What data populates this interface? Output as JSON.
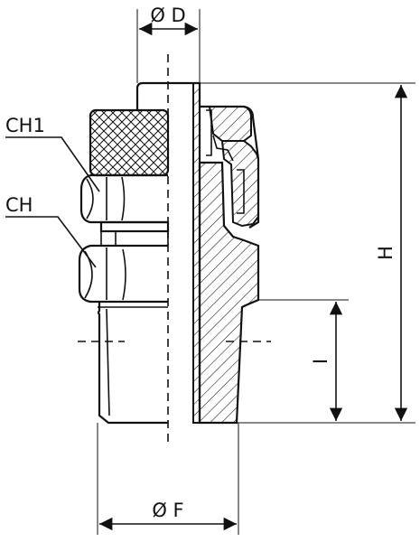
{
  "labels": {
    "od": "Ø D",
    "of": "Ø F",
    "h": "H",
    "i": "I",
    "ch1": "CH1",
    "ch": "CH"
  }
}
